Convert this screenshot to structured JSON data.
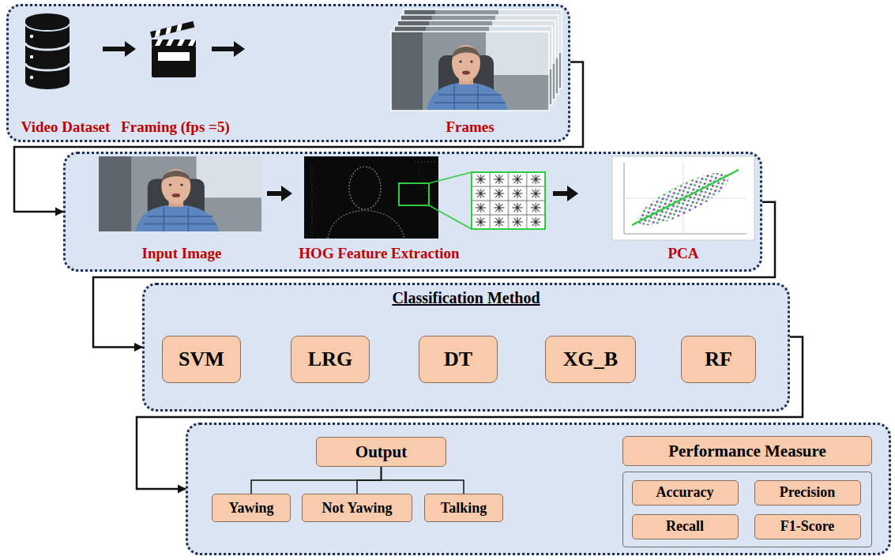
{
  "diagram": {
    "nodes": [
      {
        "text": [
          "Video Dataset",
          "Framing (fps =5)",
          "Frames"
        ]
      },
      {
        "text": [
          "Input Image",
          "HOG Feature Extraction",
          "PCA"
        ]
      },
      {
        "text": [
          "Classification Method"
        ]
      },
      {
        "text": [
          "SVM"
        ],
        "in": 2
      },
      {
        "text": [
          "LRG"
        ],
        "in": 2
      },
      {
        "text": [
          "DT"
        ],
        "in": 2
      },
      {
        "text": [
          "XG_B"
        ],
        "in": 2
      },
      {
        "text": [
          "RF"
        ],
        "in": 2
      },
      {
        "text": []
      },
      {
        "text": [
          "Output"
        ],
        "in": 8
      },
      {
        "text": [
          "Yawing"
        ],
        "in": 8
      },
      {
        "text": [
          "Not Yawing"
        ],
        "in": 8
      },
      {
        "text": [
          "Talking"
        ],
        "in": 8
      },
      {
        "text": [
          "Performance Measure"
        ],
        "in": 8
      },
      {
        "text": [],
        "in": 8
      },
      {
        "text": [
          "Accuracy"
        ],
        "in": 14
      },
      {
        "text": [
          "Precision"
        ],
        "in": 14
      },
      {
        "text": [
          "Recall"
        ],
        "in": 14
      },
      {
        "text": [
          "F1-Score"
        ],
        "in": 14
      }
    ],
    "edges": [
      {
        "from": 0,
        "to": 1,
        "arrow": "to"
      },
      {
        "from": 1,
        "to": 2,
        "arrow": "to"
      },
      {
        "from": 2,
        "to": 8,
        "arrow": "to"
      },
      {
        "from": 9,
        "to": 10,
        "arrow": "none"
      },
      {
        "from": 9,
        "to": 11,
        "arrow": "none"
      },
      {
        "from": 9,
        "to": 12,
        "arrow": "none"
      }
    ]
  }
}
